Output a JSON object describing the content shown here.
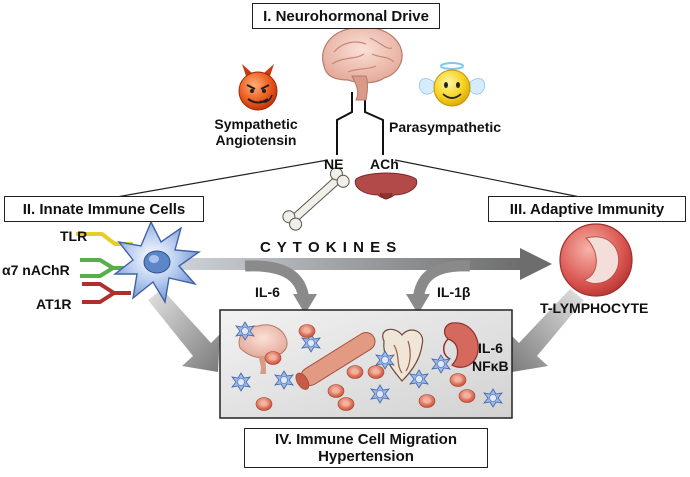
{
  "titles": {
    "neurohormonal": "I. Neurohormonal Drive",
    "innate": "II. Innate Immune Cells",
    "adaptive": "III. Adaptive Immunity",
    "migration_line1": "IV. Immune Cell Migration",
    "migration_line2": "Hypertension"
  },
  "labels": {
    "sympathetic_line1": "Sympathetic",
    "sympathetic_line2": "Angiotensin",
    "parasympathetic": "Parasympathetic",
    "ne": "NE",
    "ach": "ACh",
    "tlr": "TLR",
    "a7nachr": "α7 nAChR",
    "at1r": "AT1R",
    "cytokines": "C Y T O K I N E S",
    "il6_left": "IL-6",
    "il1b": "IL-1β",
    "t_lymphocyte": "T-LYMPHOCYTE",
    "il6_panel": "IL-6",
    "nfkb": "NFκB"
  },
  "icons": [
    "brain-icon",
    "devil-face-icon",
    "angel-face-icon",
    "bone-icon",
    "spleen-icon",
    "dendritic-cell-icon",
    "t-lymphocyte-icon",
    "blood-vessel-icon",
    "heart-icon",
    "kidney-icon"
  ],
  "colors": {
    "arrow_gray": "#7d7d7d",
    "receptor_tlr": "#e5d021",
    "receptor_a7": "#56b04a",
    "receptor_at1r": "#b22d2d",
    "cell_blue": "#8fb0dd",
    "lymphocyte_red": "#d9534f"
  }
}
